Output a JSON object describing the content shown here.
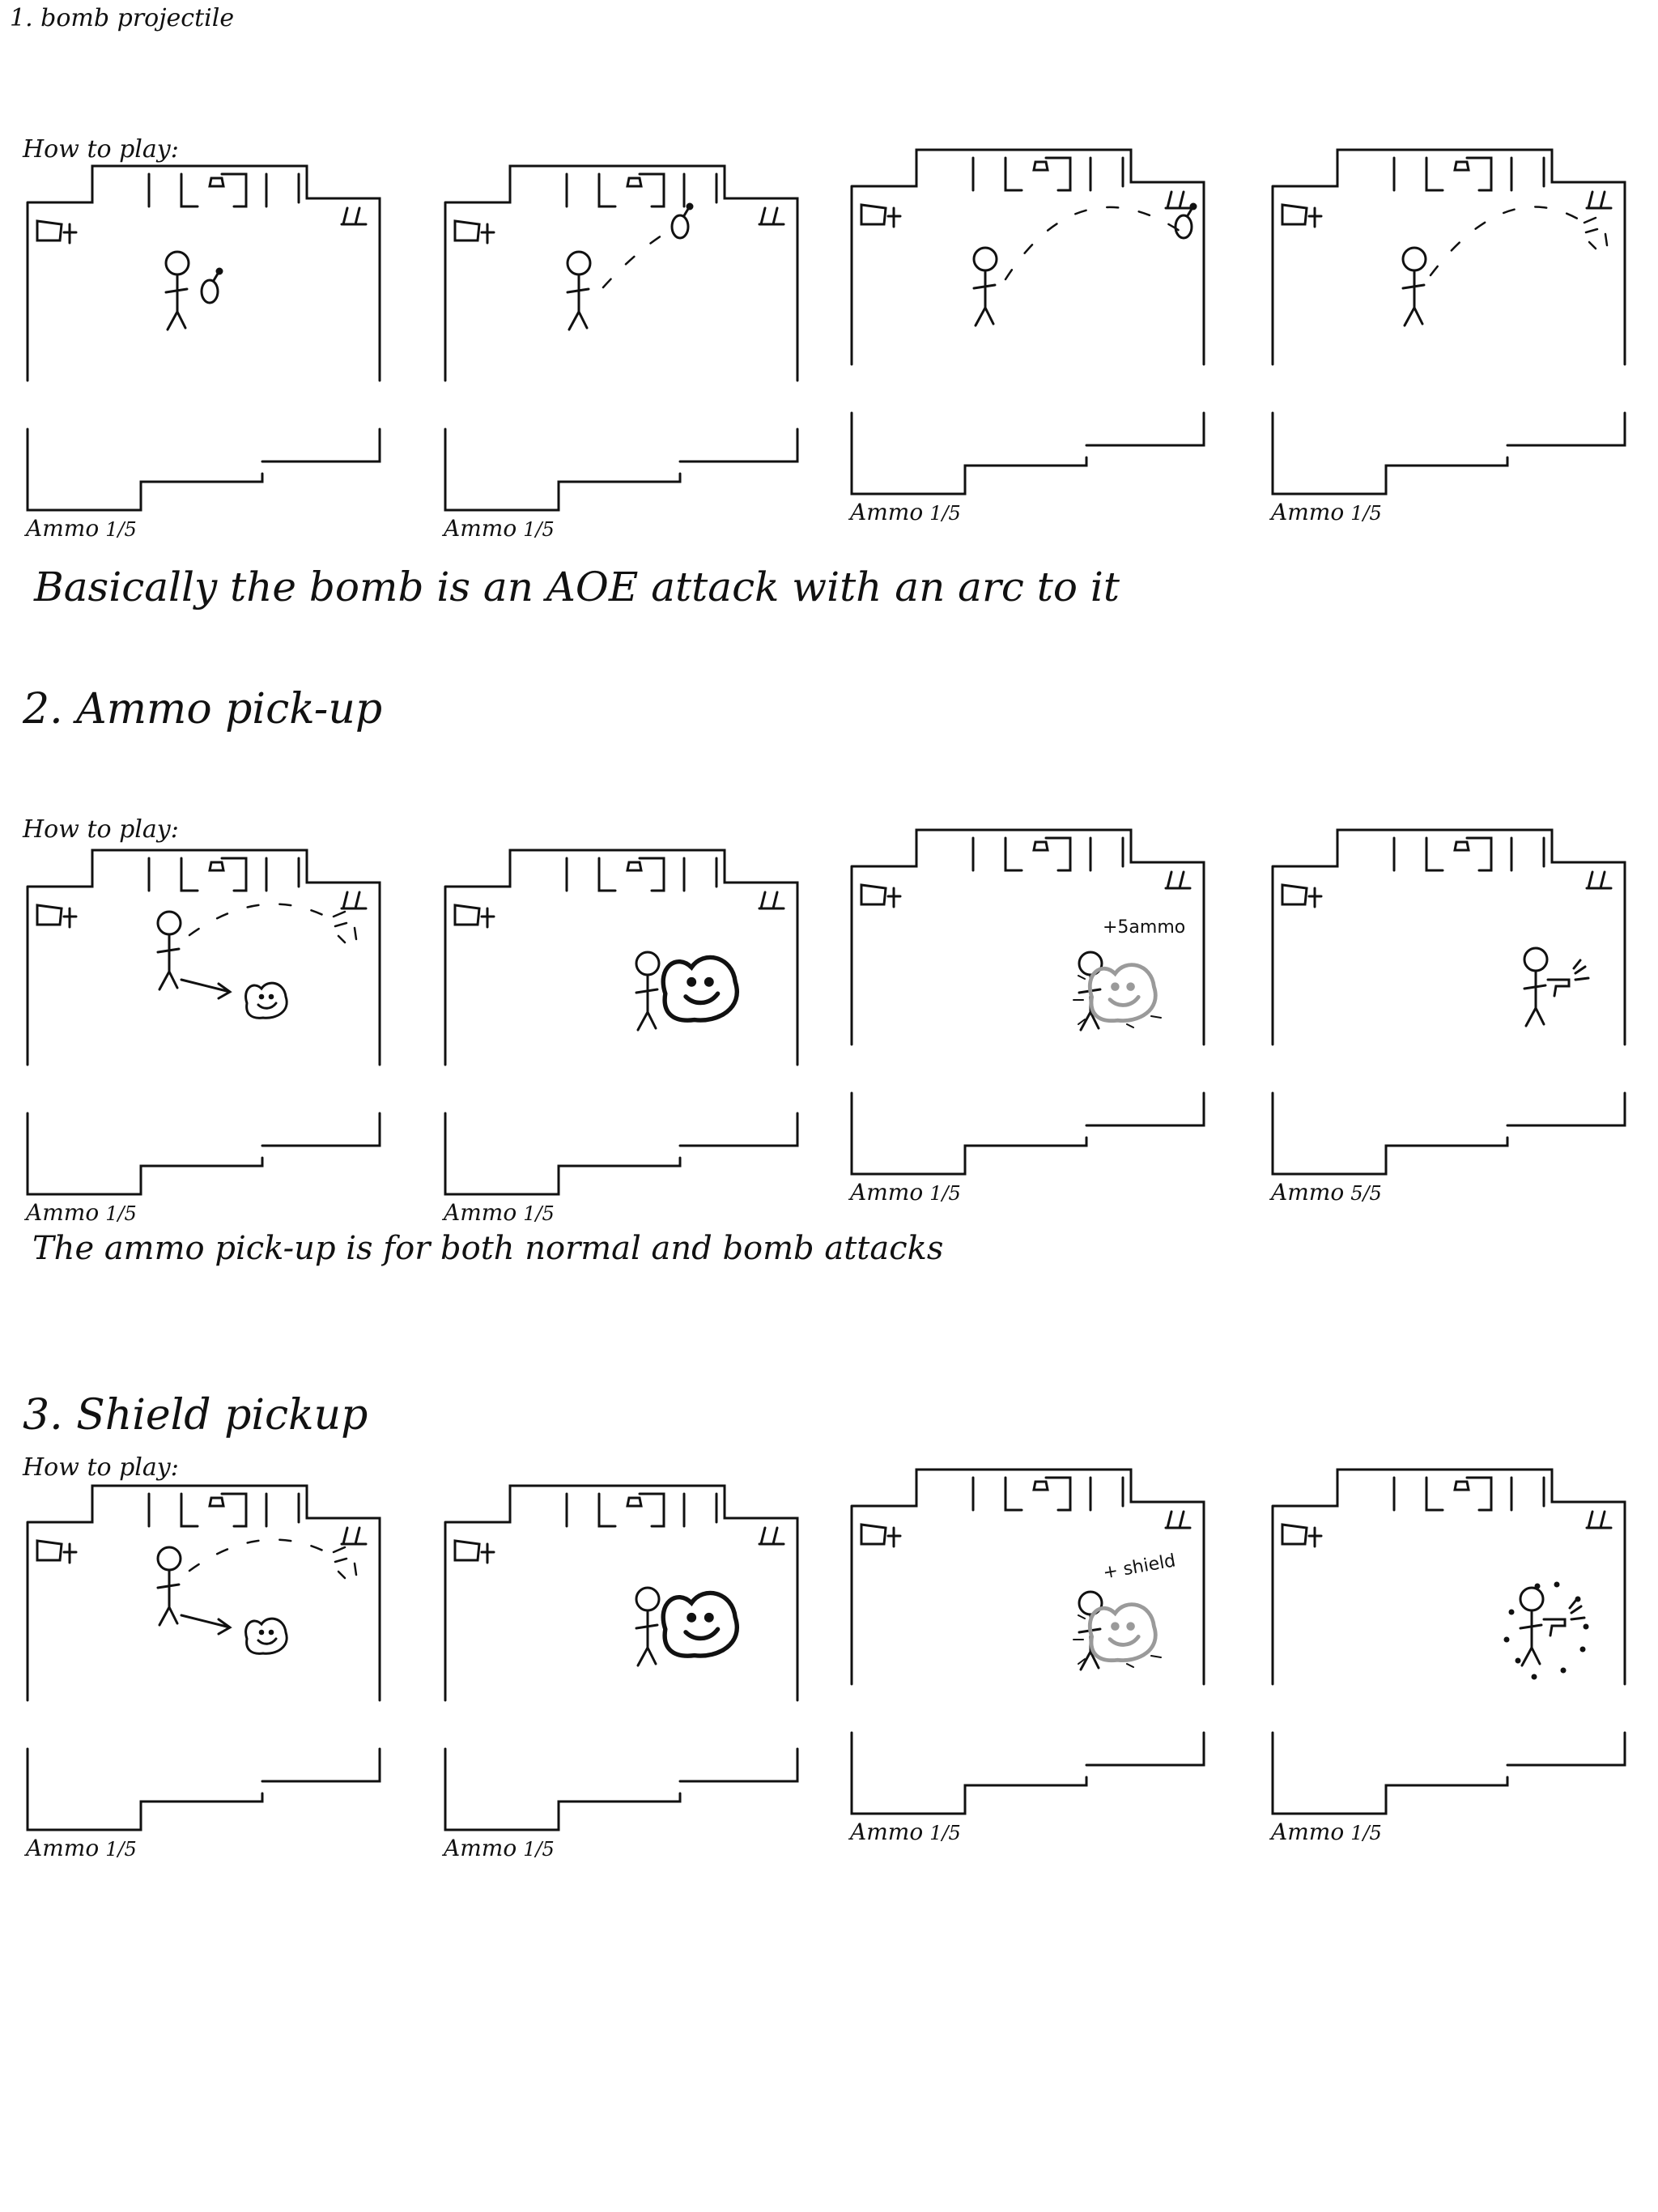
{
  "colors": {
    "ink": "#111111",
    "faded": "#9a9a9a",
    "paper": "#ffffff"
  },
  "sections": [
    {
      "title": "1. bomb projectile",
      "how_to_play": "How to play:",
      "note": "Basically the bomb is an AOE attack with an arc to it",
      "panels": [
        {
          "ammo_label": "Ammo",
          "ammo_count": "1/5",
          "stage": "bomb-held"
        },
        {
          "ammo_label": "Ammo",
          "ammo_count": "1/5",
          "stage": "bomb-thrown"
        },
        {
          "ammo_label": "Ammo",
          "ammo_count": "1/5",
          "stage": "bomb-arc"
        },
        {
          "ammo_label": "Ammo",
          "ammo_count": "1/5",
          "stage": "bomb-explode"
        }
      ]
    },
    {
      "title": "2. Ammo pick-up",
      "how_to_play": "How to play:",
      "note": "The ammo pick-up is for both normal and bomb attacks",
      "panels": [
        {
          "ammo_label": "Ammo",
          "ammo_count": "1/5",
          "stage": "pickup-spawn"
        },
        {
          "ammo_label": "Ammo",
          "ammo_count": "1/5",
          "stage": "pickup-near"
        },
        {
          "ammo_label": "Ammo",
          "ammo_count": "1/5",
          "stage": "pickup-collect",
          "float_text": "+5ammo"
        },
        {
          "ammo_label": "Ammo",
          "ammo_count": "5/5",
          "stage": "pickup-shoot"
        }
      ]
    },
    {
      "title": "3. Shield pickup",
      "how_to_play": "How to play:",
      "note": "",
      "panels": [
        {
          "ammo_label": "Ammo",
          "ammo_count": "1/5",
          "stage": "pickup-spawn"
        },
        {
          "ammo_label": "Ammo",
          "ammo_count": "1/5",
          "stage": "pickup-near"
        },
        {
          "ammo_label": "Ammo",
          "ammo_count": "1/5",
          "stage": "pickup-collect",
          "float_text": "+ shield"
        },
        {
          "ammo_label": "Ammo",
          "ammo_count": "1/5",
          "stage": "shield-shoot"
        }
      ]
    }
  ]
}
